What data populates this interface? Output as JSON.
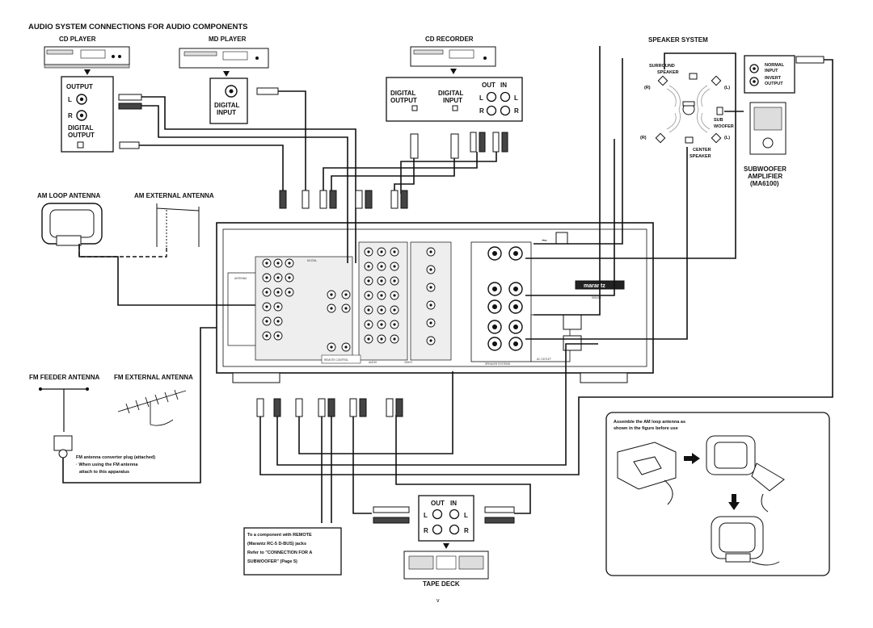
{
  "page_title": "AUDIO SYSTEM CONNECTIONS FOR AUDIO COMPONENTS",
  "devices": {
    "cd_player": "CD PLAYER",
    "md_player": "MD PLAYER",
    "cd_recorder": "CD RECORDER",
    "speaker_system": "SPEAKER SYSTEM",
    "am_loop": "AM LOOP ANTENNA",
    "am_external": "AM EXTERNAL ANTENNA",
    "fm_feeder": "FM FEEDER ANTENNA",
    "fm_external": "FM EXTERNAL ANTENNA",
    "tape_deck": "TAPE DECK"
  },
  "cd_player_jacks": {
    "output": "OUTPUT",
    "l": "L",
    "r": "R",
    "digital_output_1": "DIGITAL",
    "digital_output_2": "OUTPUT"
  },
  "md_player_jacks": {
    "digital_input_1": "DIGITAL",
    "digital_input_2": "INPUT"
  },
  "cd_recorder_jacks": {
    "digital_output_1": "DIGITAL",
    "digital_output_2": "OUTPUT",
    "digital_input_1": "DIGITAL",
    "digital_input_2": "INPUT",
    "out": "OUT",
    "in": "IN",
    "l_left": "L",
    "l_right": "L",
    "r_left": "R",
    "r_right": "R"
  },
  "speakers": {
    "surround_1": "SURROUND",
    "surround_2": "SPEAKER",
    "r_top": "(R)",
    "l_top": "(L)",
    "r_bottom": "(R)",
    "l_bottom": "(L)",
    "sub_1": "SUB",
    "sub_2": "WOOFER",
    "center_1": "CENTER",
    "center_2": "SPEAKER"
  },
  "subwoofer": {
    "title_1": "SUBWOOFER",
    "title_2": "AMPLIFIER",
    "model": "(MA6100)",
    "normal_1": "NORMAL",
    "normal_2": "INPUT",
    "invert_1": "INVERT",
    "invert_2": "OUTPUT"
  },
  "fm_note": {
    "line1": "FM antenna converter plug (attached)",
    "line2": "· When using the FM antenna",
    "line3": "attach to this apparatus"
  },
  "tape_deck_jacks": {
    "out": "OUT",
    "in": "IN",
    "l_left": "L",
    "l_right": "L",
    "r_left": "R",
    "r_right": "R"
  },
  "remote_note": {
    "line1": "To a component with REMOTE",
    "line2": "(Marantz RC-5 D-BUS) jacks",
    "line3": "Refer to \"CONNECTION FOR A",
    "line4": "SUBWOOFER\" (Page 5)"
  },
  "am_assembly_note": {
    "line1": "Assemble the AM loop antenna as",
    "line2": "shown in the figure before use"
  },
  "receiver_panel": {
    "antenna": "ANTENNA",
    "digital": "DIGITAL",
    "speaker_systems": "SPEAKER SYSTEMS",
    "ac_outlet": "AC OUTLET",
    "remote_control": "REMOTE CONTROL",
    "audio": "AUDIO",
    "video": "VIDEO",
    "brand": "marantz",
    "model": "SR5200"
  },
  "page_number": "v"
}
